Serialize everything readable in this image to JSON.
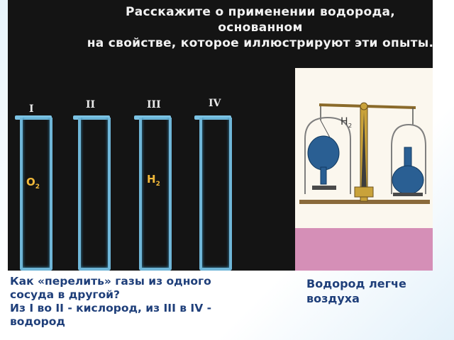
{
  "slide": {
    "title_line1": "Расскажите о применении водорода, основанном",
    "title_line2": "на свойстве, которое иллюстрируют эти опыты.",
    "tube_labels": [
      "I",
      "II",
      "III",
      "IV"
    ],
    "gas_o2": "O",
    "gas_o2_sub": "2",
    "gas_h2": "H",
    "gas_h2_sub": "2",
    "balance_label": "H",
    "balance_label_sub": "2"
  },
  "captions": {
    "left_line1": "Как «перелить» газы из одного",
    "left_line2": "сосуда в другой?",
    "left_line3": "Из I во II - кислород,  из III в IV -",
    "left_line4": "водород",
    "right_line1": "Водород легче",
    "right_line2": "воздуха"
  }
}
